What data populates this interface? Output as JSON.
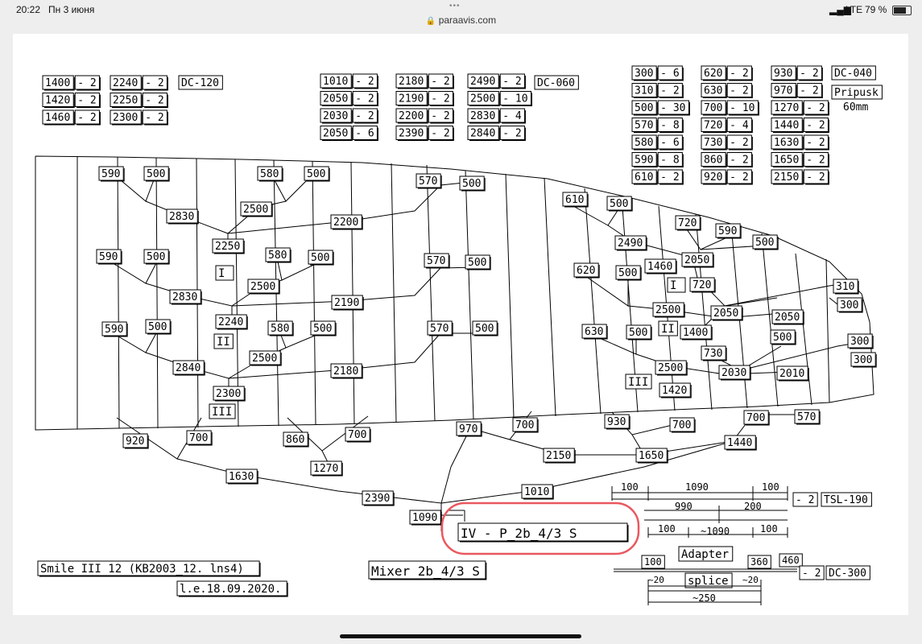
{
  "status": {
    "time": "20:22",
    "date": "Пн 3 июня",
    "network": "LTE",
    "battery_label": "79 %",
    "battery_fraction": 0.79
  },
  "browser": {
    "url": "paraavis.com"
  },
  "icons": [
    "lock-icon",
    "signal-icon",
    "battery-icon",
    "more-dots-icon"
  ],
  "tables": [
    {
      "rows": [
        [
          "1400",
          "- 2"
        ],
        [
          "1420",
          "- 2"
        ],
        [
          "1460",
          "- 2"
        ]
      ]
    },
    {
      "rows": [
        [
          "2240",
          "- 2"
        ],
        [
          "2250",
          "- 2"
        ],
        [
          "2300",
          "- 2"
        ]
      ]
    },
    {
      "rows": [
        [
          "1010",
          "- 2"
        ],
        [
          "2050",
          "- 2"
        ],
        [
          "2030",
          "- 2"
        ],
        [
          "2050",
          "- 6"
        ]
      ]
    },
    {
      "rows": [
        [
          "2180",
          "- 2"
        ],
        [
          "2190",
          "- 2"
        ],
        [
          "2200",
          "- 2"
        ],
        [
          "2390",
          "- 2"
        ]
      ]
    },
    {
      "rows": [
        [
          "2490",
          "- 2"
        ],
        [
          "2500",
          "- 10"
        ],
        [
          "2830",
          "- 4"
        ],
        [
          "2840",
          "- 2"
        ]
      ]
    },
    {
      "rows": [
        [
          "300",
          "- 6"
        ],
        [
          "310",
          "- 2"
        ],
        [
          "500",
          "- 30"
        ],
        [
          "570",
          "- 8"
        ],
        [
          "580",
          "- 6"
        ],
        [
          "590",
          "- 8"
        ],
        [
          "610",
          "- 2"
        ]
      ]
    },
    {
      "rows": [
        [
          "620",
          "- 2"
        ],
        [
          "630",
          "- 2"
        ],
        [
          "700",
          "- 10"
        ],
        [
          "720",
          "- 4"
        ],
        [
          "730",
          "- 2"
        ],
        [
          "860",
          "- 2"
        ],
        [
          "920",
          "- 2"
        ]
      ]
    },
    {
      "rows": [
        [
          "930",
          "- 2"
        ],
        [
          "970",
          "- 2"
        ],
        [
          "1270",
          "- 2"
        ],
        [
          "1440",
          "- 2"
        ],
        [
          "1630",
          "- 2"
        ],
        [
          "1650",
          "- 2"
        ],
        [
          "2150",
          "- 2"
        ]
      ]
    }
  ],
  "dc_labels": {
    "dc120": "DC-120",
    "dc060": "DC-060",
    "dc040": "DC-040",
    "pripusk": "Pripusk",
    "pripusk_mm": "60mm"
  },
  "canopy": {
    "top_labels": [
      "590",
      "500",
      "580",
      "500",
      "570",
      "500",
      "610",
      "500",
      "720",
      "590",
      "500"
    ],
    "mid_labels": [
      "2830",
      "2500",
      "2200",
      "2250",
      "2490",
      "2050",
      "1460"
    ],
    "row2_labels": [
      "590",
      "500",
      "580",
      "500",
      "570",
      "500",
      "620",
      "500",
      "720"
    ],
    "row2_mid": [
      "2830",
      "2500",
      "2190",
      "2500",
      "2050",
      "2050"
    ],
    "row3_labels": [
      "590",
      "500",
      "580",
      "500",
      "570",
      "500",
      "630",
      "500",
      "1400",
      "500"
    ],
    "row3_mid": [
      "2240",
      "2840",
      "2500",
      "2180",
      "2500",
      "2030",
      "2010",
      "730"
    ],
    "right_labels": [
      "310",
      "300",
      "300",
      "300"
    ],
    "bottom_labels": [
      "2300",
      "1420"
    ],
    "roman": [
      "I",
      "II",
      "III",
      "I",
      "II",
      "III"
    ],
    "lower": [
      "920",
      "700",
      "860",
      "700",
      "970",
      "700",
      "930",
      "700",
      "700",
      "570",
      "1630",
      "1270",
      "2150",
      "1650",
      "1440",
      "2390",
      "1010",
      "1090"
    ]
  },
  "tsl": {
    "dim_100a": "100",
    "dim_1090": "1090",
    "dim_100b": "100",
    "count": "- 2",
    "label": "TSL-190",
    "dim_990": "990",
    "dim_200": "200",
    "dim_100c": "100",
    "dim_approx1090": "~1090",
    "dim_100d": "100"
  },
  "riser": {
    "label": "IV  -  P_2b_4/3 S"
  },
  "adapter": {
    "label": "Adapter",
    "dim_100": "100",
    "dim_360": "360",
    "dim_460": "460",
    "count": "- 2",
    "dc": "DC-300",
    "splice": "splice",
    "dim_20a": "~20",
    "dim_20b": "~20",
    "dim_250": "~250"
  },
  "title_block": {
    "name": "Smile III 12 (KB2003_12.  lns4)",
    "date": "l.e.18.09.2020.",
    "mixer": "Mixer 2b_4/3 S"
  },
  "highlight_color": "#e9585f"
}
